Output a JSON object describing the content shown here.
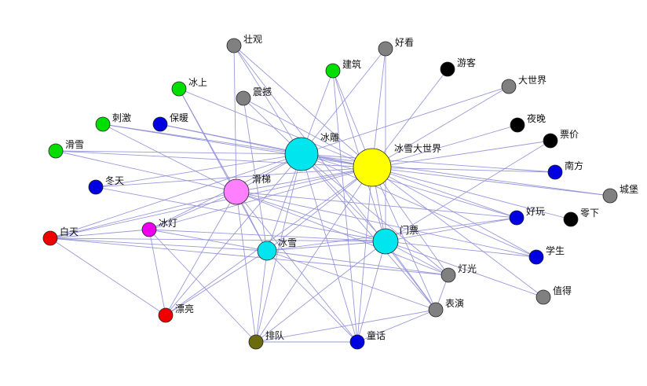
{
  "graph": {
    "nodes": [
      {
        "id": "zhuangguan",
        "label": "壮观",
        "color": "#808080",
        "size": "small"
      },
      {
        "id": "haokan",
        "label": "好看",
        "color": "#808080",
        "size": "small"
      },
      {
        "id": "youke",
        "label": "游客",
        "color": "#000000",
        "size": "small"
      },
      {
        "id": "jianzhu",
        "label": "建筑",
        "color": "#00dd00",
        "size": "small"
      },
      {
        "id": "dashijie",
        "label": "大世界",
        "color": "#808080",
        "size": "small"
      },
      {
        "id": "bingshang",
        "label": "冰上",
        "color": "#00dd00",
        "size": "small"
      },
      {
        "id": "zhenhan",
        "label": "震撼",
        "color": "#808080",
        "size": "small"
      },
      {
        "id": "ciji",
        "label": "刺激",
        "color": "#00dd00",
        "size": "small"
      },
      {
        "id": "baonuan",
        "label": "保暖",
        "color": "#0000e0",
        "size": "small"
      },
      {
        "id": "yewan",
        "label": "夜晚",
        "color": "#000000",
        "size": "small"
      },
      {
        "id": "piaojia",
        "label": "票价",
        "color": "#000000",
        "size": "small"
      },
      {
        "id": "huaxue",
        "label": "滑雪",
        "color": "#00dd00",
        "size": "small"
      },
      {
        "id": "bingdiao",
        "label": "冰雕",
        "color": "#00e5ee",
        "size": "large"
      },
      {
        "id": "bingxuedashijie",
        "label": "冰雪大世界",
        "color": "#ffff00",
        "size": "xlarge"
      },
      {
        "id": "nanfang",
        "label": "南方",
        "color": "#0000e0",
        "size": "small"
      },
      {
        "id": "dongtian",
        "label": "冬天",
        "color": "#0000e0",
        "size": "small"
      },
      {
        "id": "huati",
        "label": "滑梯",
        "color": "#ff80ff",
        "size": "medium"
      },
      {
        "id": "chengbao",
        "label": "城堡",
        "color": "#808080",
        "size": "small"
      },
      {
        "id": "haowan",
        "label": "好玩",
        "color": "#0000e0",
        "size": "small"
      },
      {
        "id": "lingxia",
        "label": "零下",
        "color": "#000000",
        "size": "small"
      },
      {
        "id": "baitian",
        "label": "白天",
        "color": "#ee0000",
        "size": "small"
      },
      {
        "id": "bingdeng",
        "label": "冰灯",
        "color": "#ee00ee",
        "size": "small"
      },
      {
        "id": "menpiao",
        "label": "门票",
        "color": "#00e5ee",
        "size": "medium"
      },
      {
        "id": "bingxue",
        "label": "冰雪",
        "color": "#00e5ee",
        "size": "medium_small"
      },
      {
        "id": "xuesheng",
        "label": "学生",
        "color": "#0000e0",
        "size": "small"
      },
      {
        "id": "dengguang",
        "label": "灯光",
        "color": "#808080",
        "size": "small"
      },
      {
        "id": "zhide",
        "label": "值得",
        "color": "#808080",
        "size": "small"
      },
      {
        "id": "piaoliang",
        "label": "漂亮",
        "color": "#ee0000",
        "size": "small"
      },
      {
        "id": "biaoyan",
        "label": "表演",
        "color": "#808080",
        "size": "small"
      },
      {
        "id": "paidui",
        "label": "排队",
        "color": "#6b6b10",
        "size": "small"
      },
      {
        "id": "tonghua",
        "label": "童话",
        "color": "#0000e0",
        "size": "small"
      }
    ],
    "edges": [
      [
        "bingxuedashijie",
        "zhuangguan"
      ],
      [
        "bingxuedashijie",
        "haokan"
      ],
      [
        "bingxuedashijie",
        "youke"
      ],
      [
        "bingxuedashijie",
        "jianzhu"
      ],
      [
        "bingxuedashijie",
        "dashijie"
      ],
      [
        "bingxuedashijie",
        "bingshang"
      ],
      [
        "bingxuedashijie",
        "zhenhan"
      ],
      [
        "bingxuedashijie",
        "ciji"
      ],
      [
        "bingxuedashijie",
        "baonuan"
      ],
      [
        "bingxuedashijie",
        "yewan"
      ],
      [
        "bingxuedashijie",
        "piaojia"
      ],
      [
        "bingxuedashijie",
        "huaxue"
      ],
      [
        "bingxuedashijie",
        "nanfang"
      ],
      [
        "bingxuedashijie",
        "dongtian"
      ],
      [
        "bingxuedashijie",
        "huati"
      ],
      [
        "bingxuedashijie",
        "chengbao"
      ],
      [
        "bingxuedashijie",
        "haowan"
      ],
      [
        "bingxuedashijie",
        "lingxia"
      ],
      [
        "bingxuedashijie",
        "baitian"
      ],
      [
        "bingxuedashijie",
        "bingdeng"
      ],
      [
        "bingxuedashijie",
        "menpiao"
      ],
      [
        "bingxuedashijie",
        "bingxue"
      ],
      [
        "bingxuedashijie",
        "xuesheng"
      ],
      [
        "bingxuedashijie",
        "dengguang"
      ],
      [
        "bingxuedashijie",
        "zhide"
      ],
      [
        "bingxuedashijie",
        "piaoliang"
      ],
      [
        "bingxuedashijie",
        "biaoyan"
      ],
      [
        "bingxuedashijie",
        "paidui"
      ],
      [
        "bingxuedashijie",
        "tonghua"
      ],
      [
        "bingxuedashijie",
        "bingdiao"
      ],
      [
        "bingdiao",
        "zhuangguan"
      ],
      [
        "bingdiao",
        "haokan"
      ],
      [
        "bingdiao",
        "jianzhu"
      ],
      [
        "bingdiao",
        "dashijie"
      ],
      [
        "bingdiao",
        "zhenhan"
      ],
      [
        "bingdiao",
        "ciji"
      ],
      [
        "bingdiao",
        "baonuan"
      ],
      [
        "bingdiao",
        "huaxue"
      ],
      [
        "bingdiao",
        "dongtian"
      ],
      [
        "bingdiao",
        "huati"
      ],
      [
        "bingdiao",
        "chengbao"
      ],
      [
        "bingdiao",
        "haowan"
      ],
      [
        "bingdiao",
        "baitian"
      ],
      [
        "bingdiao",
        "bingdeng"
      ],
      [
        "bingdiao",
        "menpiao"
      ],
      [
        "bingdiao",
        "bingxue"
      ],
      [
        "bingdiao",
        "xuesheng"
      ],
      [
        "bingdiao",
        "dengguang"
      ],
      [
        "bingdiao",
        "piaoliang"
      ],
      [
        "bingdiao",
        "biaoyan"
      ],
      [
        "bingdiao",
        "paidui"
      ],
      [
        "bingdiao",
        "tonghua"
      ],
      [
        "bingdiao",
        "nanfang"
      ],
      [
        "huati",
        "bingshang"
      ],
      [
        "huati",
        "ciji"
      ],
      [
        "huati",
        "huaxue"
      ],
      [
        "huati",
        "baitian"
      ],
      [
        "huati",
        "bingdeng"
      ],
      [
        "huati",
        "bingxue"
      ],
      [
        "huati",
        "menpiao"
      ],
      [
        "huati",
        "paidui"
      ],
      [
        "huati",
        "piaoliang"
      ],
      [
        "huati",
        "xuesheng"
      ],
      [
        "huati",
        "dengguang"
      ],
      [
        "huati",
        "haowan"
      ],
      [
        "huati",
        "tonghua"
      ],
      [
        "huati",
        "zhuangguan"
      ],
      [
        "menpiao",
        "bingxue"
      ],
      [
        "menpiao",
        "xuesheng"
      ],
      [
        "menpiao",
        "piaojia"
      ],
      [
        "menpiao",
        "haowan"
      ],
      [
        "menpiao",
        "dengguang"
      ],
      [
        "menpiao",
        "biaoyan"
      ],
      [
        "menpiao",
        "paidui"
      ],
      [
        "menpiao",
        "tonghua"
      ],
      [
        "menpiao",
        "zhide"
      ],
      [
        "menpiao",
        "baitian"
      ],
      [
        "menpiao",
        "dongtian"
      ],
      [
        "menpiao",
        "bingdeng"
      ],
      [
        "menpiao",
        "haokan"
      ],
      [
        "menpiao",
        "jianzhu"
      ],
      [
        "bingxue",
        "bingdeng"
      ],
      [
        "bingxue",
        "baitian"
      ],
      [
        "bingxue",
        "paidui"
      ],
      [
        "bingxue",
        "dengguang"
      ],
      [
        "bingxue",
        "biaoyan"
      ],
      [
        "bingxue",
        "piaoliang"
      ],
      [
        "bingxue",
        "haowan"
      ],
      [
        "bingxue",
        "tonghua"
      ],
      [
        "bingxue",
        "zhenhan"
      ],
      [
        "bingdeng",
        "paidui"
      ],
      [
        "bingdeng",
        "piaoliang"
      ],
      [
        "bingdeng",
        "baitian"
      ],
      [
        "baitian",
        "piaoliang"
      ],
      [
        "baitian",
        "dengguang"
      ],
      [
        "paidui",
        "tonghua"
      ],
      [
        "paidui",
        "biaoyan"
      ],
      [
        "tonghua",
        "biaoyan"
      ],
      [
        "bingshang",
        "bingxue"
      ],
      [
        "jianzhu",
        "tonghua"
      ],
      [
        "zhuangguan",
        "biaoyan"
      ],
      [
        "dengguang",
        "biaoyan"
      ]
    ]
  }
}
